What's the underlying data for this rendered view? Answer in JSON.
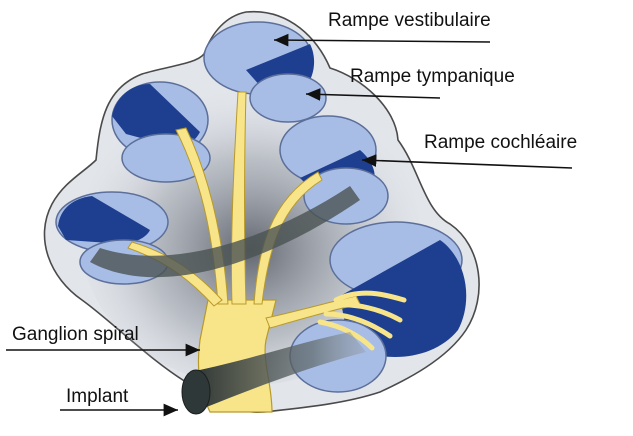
{
  "labels": {
    "scala_vestibuli": "Rampe vestibulaire",
    "scala_tympani": "Rampe tympanique",
    "scala_media": "Rampe cochléaire",
    "spiral_ganglion": "Ganglion spiral",
    "implant": "Implant"
  },
  "colors": {
    "capsule": "#e2e5ea",
    "capsule_outline": "#4a4a4a",
    "scala_light": "#a8bde6",
    "scala_dark": "#1e3f8f",
    "scala_outline": "#5b6f9a",
    "nerve": "#f8e58a",
    "nerve_outline": "#b89a2a",
    "implant": "#2f3838",
    "arrow": "#111111"
  }
}
